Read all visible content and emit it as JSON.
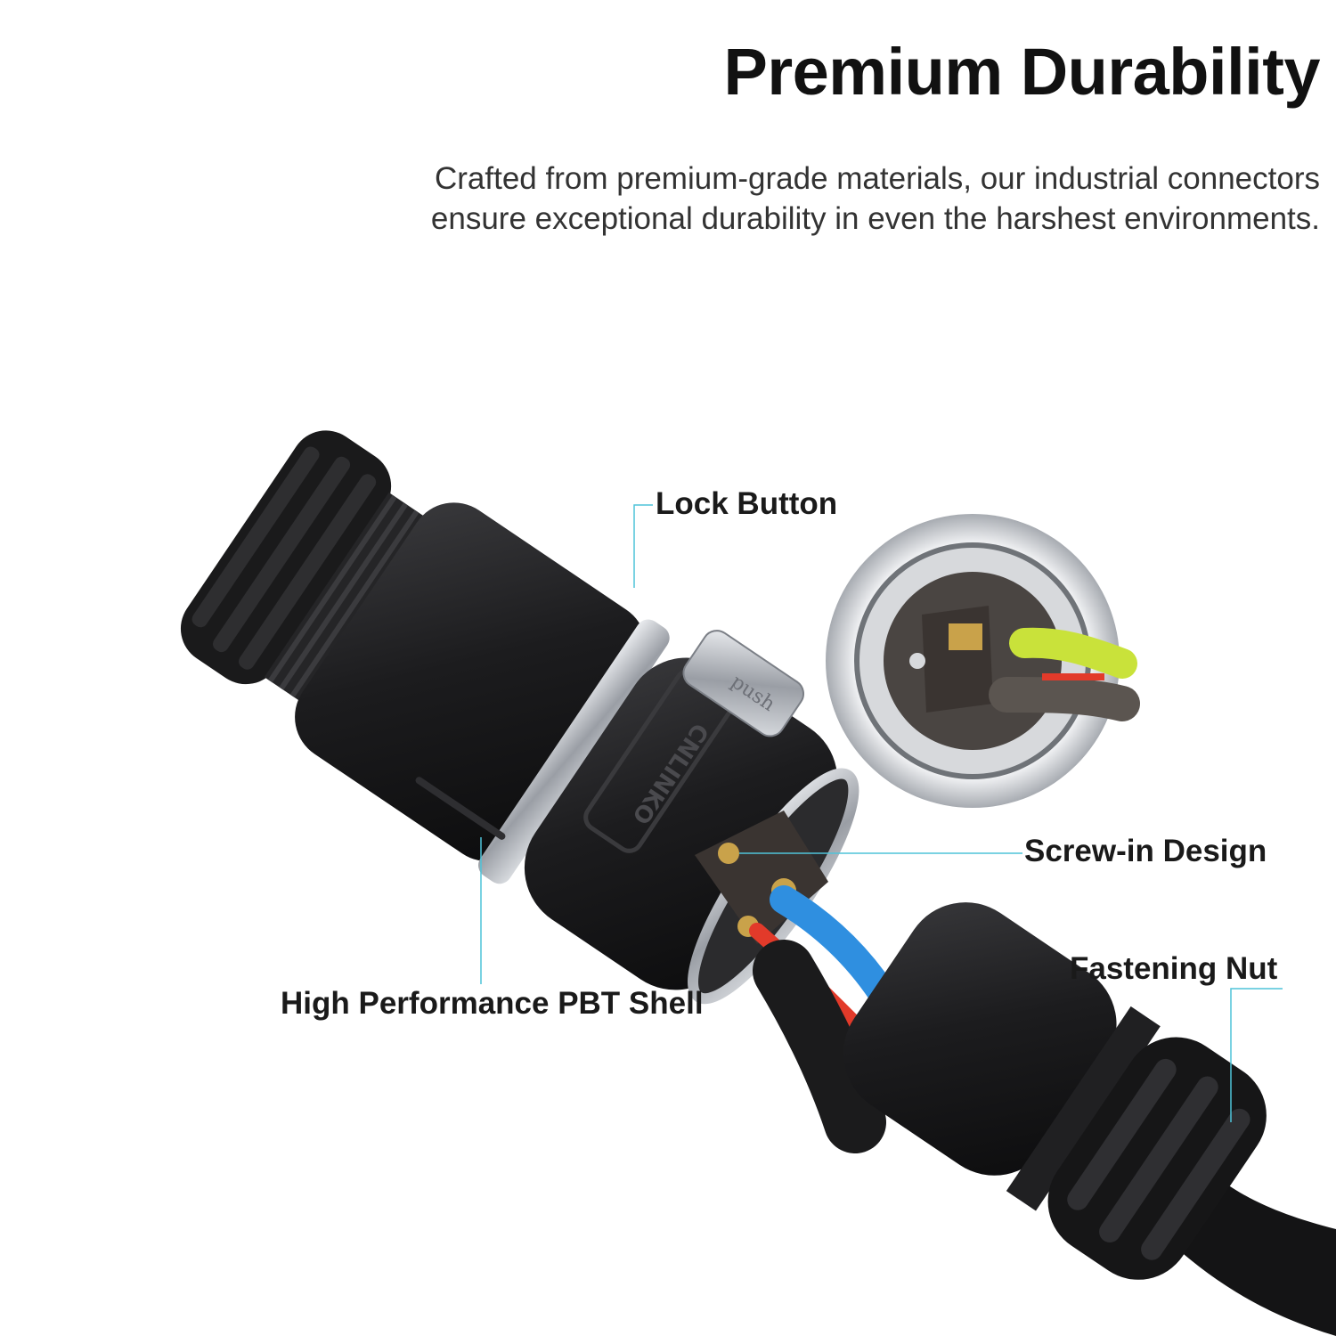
{
  "heading": {
    "title": "Premium Durability",
    "description_lines": [
      "Crafted from premium-grade materials, our  industrial  connectors",
      "ensure exceptional  durability in even the harshest environments."
    ]
  },
  "callouts": {
    "lock_button": "Lock Button",
    "screw_in": "Screw-in Design",
    "fastening_nut": "Fastening Nut",
    "shell": "High Performance  PBT  Shell"
  },
  "product": {
    "brand_mark": "CNLINKO",
    "button_text": "push"
  },
  "colors": {
    "accent_line": "#4fc3d9",
    "body_black": "#1c1c1e",
    "metal": "#b8bcc2",
    "wire_blue": "#2f8fe0",
    "wire_yellow_green": "#c9e23a",
    "wire_red": "#e23a2a",
    "copper": "#c9a24a"
  }
}
